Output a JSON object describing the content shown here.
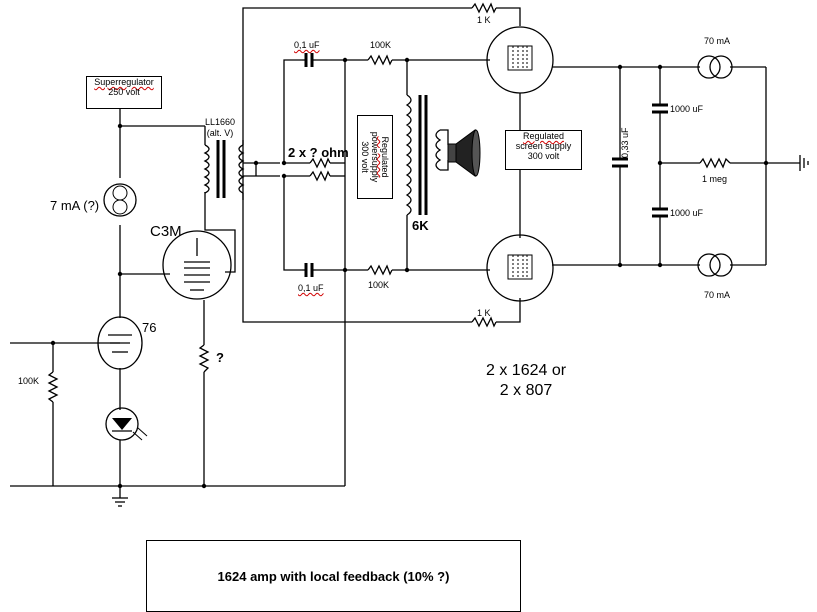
{
  "caption": "1624 amp with local feedback (10% ?)",
  "superregulator": {
    "line1": "Superregulator",
    "line2": "250 volt"
  },
  "regulated_supply": {
    "line1": "Regulated",
    "line2": "screen supply",
    "line3": "300 volt"
  },
  "vertical_supply": {
    "line1": "Regulated",
    "line2": "powersupply",
    "line3": "300 volt"
  },
  "transformer": {
    "line1": "LL1660",
    "line2": "(alt. V)"
  },
  "labels": {
    "current_source_left": "7 mA (?)",
    "tube_driver": "C3M",
    "tube_regulator": "76",
    "resistor_grid_top": "2 x ? ohm",
    "cap_top": "0,1 uF",
    "cap_bottom": "0,1 uF",
    "res_top": "100K",
    "res_bottom": "100K",
    "res_fb_top": "1 K",
    "res_fb_bottom": "1 K",
    "output_impedance": "6K",
    "cs_top": "70 mA",
    "cs_bottom": "70 mA",
    "cap_1000_top": "1000 uF",
    "cap_1000_bottom": "1000 uF",
    "cap_033": "0,33 uF",
    "res_1meg": "1 meg",
    "res_100k_left": "100K",
    "cathode_res": "?",
    "tubes_line1": "2 x 1624 or",
    "tubes_line2": "2 x 807"
  }
}
